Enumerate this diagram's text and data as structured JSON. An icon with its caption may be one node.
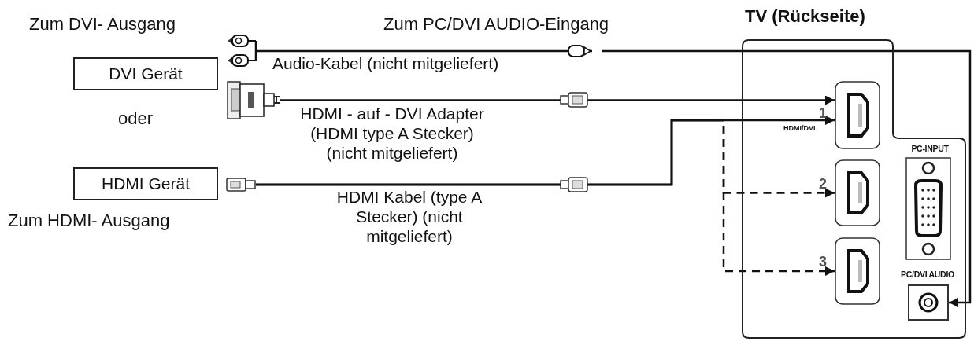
{
  "diagram": {
    "nodes": [
      {
        "text": [
          "TV (Rückseite)"
        ]
      },
      {
        "text": [
          "DVI Gerät"
        ],
        "beside": [
          "Zum DVI- Ausgang"
        ]
      },
      {
        "text": [
          "HDMI Gerät"
        ],
        "beside": [
          "Zum HDMI- Ausgang"
        ]
      },
      {
        "text": [],
        "shape": "picture"
      },
      {
        "text": [],
        "shape": "picture"
      },
      {
        "text": [],
        "shape": "picture"
      },
      {
        "text": [],
        "shape": "box",
        "in": 0,
        "beside": [
          "1",
          "HDMI/DVI"
        ]
      },
      {
        "text": [],
        "shape": "box",
        "in": 0,
        "beside": [
          "2"
        ]
      },
      {
        "text": [],
        "shape": "box",
        "in": 0,
        "beside": [
          "3"
        ]
      },
      {
        "text": [
          "PC-INPUT"
        ],
        "in": 0
      },
      {
        "text": [
          "PC/DVI AUDIO"
        ],
        "in": 0
      }
    ],
    "edges": [
      {
        "from": 3,
        "to": 10,
        "arrow": "to",
        "label": "Audio-Kabel (nicht mitgeliefert)"
      },
      {
        "from": 4,
        "to": 6,
        "arrow": "to",
        "label": "HDMI - auf - DVI Adapter (HDMI type A Stecker) (nicht mitgeliefert)"
      },
      {
        "from": 5,
        "to": 6,
        "arrow": "to",
        "label": "HDMI Kabel (type A Stecker) (nicht mitgeliefert)"
      },
      {
        "from": 5,
        "to": 7,
        "arrow": "to",
        "style": "dashed"
      },
      {
        "from": 5,
        "to": 8,
        "arrow": "to",
        "style": "dashed"
      }
    ],
    "labels": [
      "oder",
      "Zum PC/DVI AUDIO-Eingang"
    ]
  }
}
